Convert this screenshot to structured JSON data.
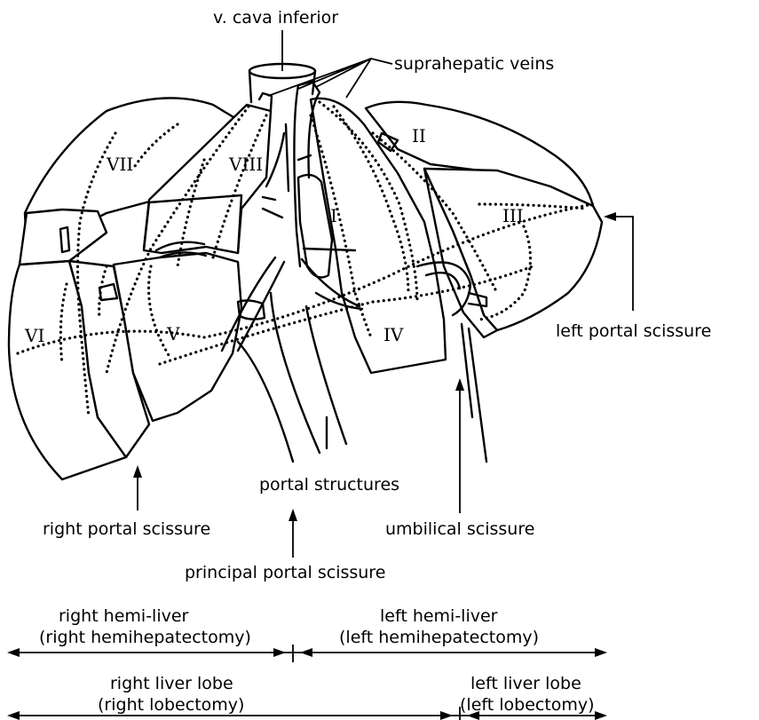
{
  "labels": {
    "vena_cava": "v. cava inferior",
    "suprahepatic": "suprahepatic veins",
    "left_portal": "left portal scissure",
    "portal_structures": "portal structures",
    "right_portal": "right portal scissure",
    "umbilical": "umbilical scissure",
    "principal_portal": "principal portal scissure"
  },
  "segments": {
    "I": "I",
    "II": "II",
    "III": "III",
    "IV": "IV",
    "V": "V",
    "VI": "VI",
    "VII": "VII",
    "VIII": "VIII"
  },
  "resections": {
    "right_hemi_liver": "right hemi-liver",
    "right_hemihepatectomy": "(right hemihepatectomy)",
    "left_hemi_liver": "left hemi-liver",
    "left_hemihepatectomy": "(left hemihepatectomy)",
    "right_liver_lobe": "right liver lobe",
    "right_lobectomy": "(right lobectomy)",
    "left_liver_lobe": "left liver lobe",
    "left_lobectomy": "(left lobectomy)"
  }
}
